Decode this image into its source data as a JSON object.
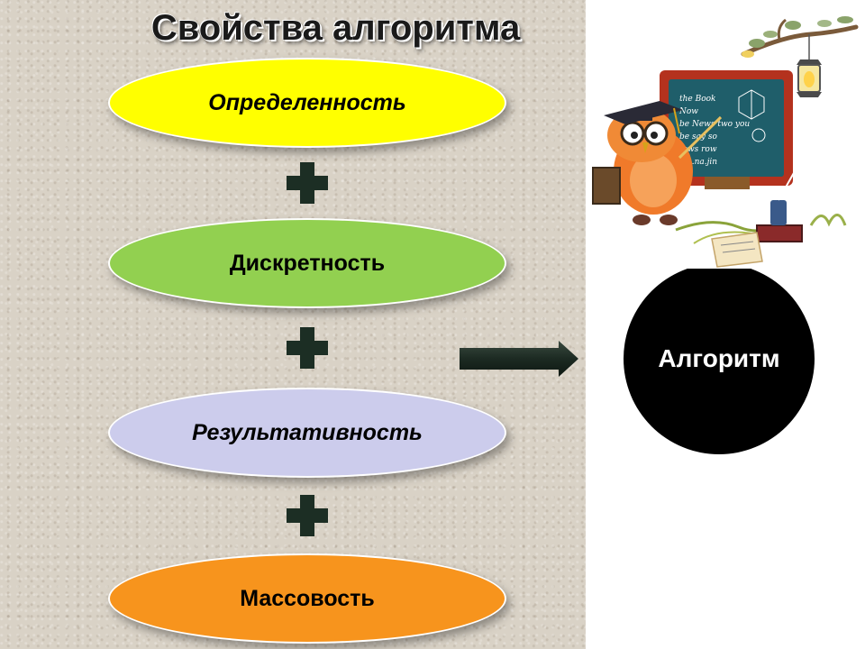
{
  "title": "Свойства алгоритма",
  "properties": [
    {
      "label": "Определенность",
      "color": "#ffff00",
      "italic": true
    },
    {
      "label": "Дискретность",
      "color": "#92d050",
      "italic": false
    },
    {
      "label": "Результативность",
      "color": "#ccccec",
      "italic": true
    },
    {
      "label": "Массовость",
      "color": "#f7941d",
      "italic": false
    }
  ],
  "connector_icon": "plus-icon",
  "result": {
    "label": "Алгоритм",
    "color": "#000000",
    "text_color": "#ffffff"
  },
  "arrow_icon": "right-arrow-icon",
  "illustration": {
    "subject": "owl-teacher-illustration",
    "chalkboard_lines": [
      "the Book",
      "Now",
      "be News two you",
      "be say so",
      "tews row",
      "vin.na.jin"
    ]
  }
}
